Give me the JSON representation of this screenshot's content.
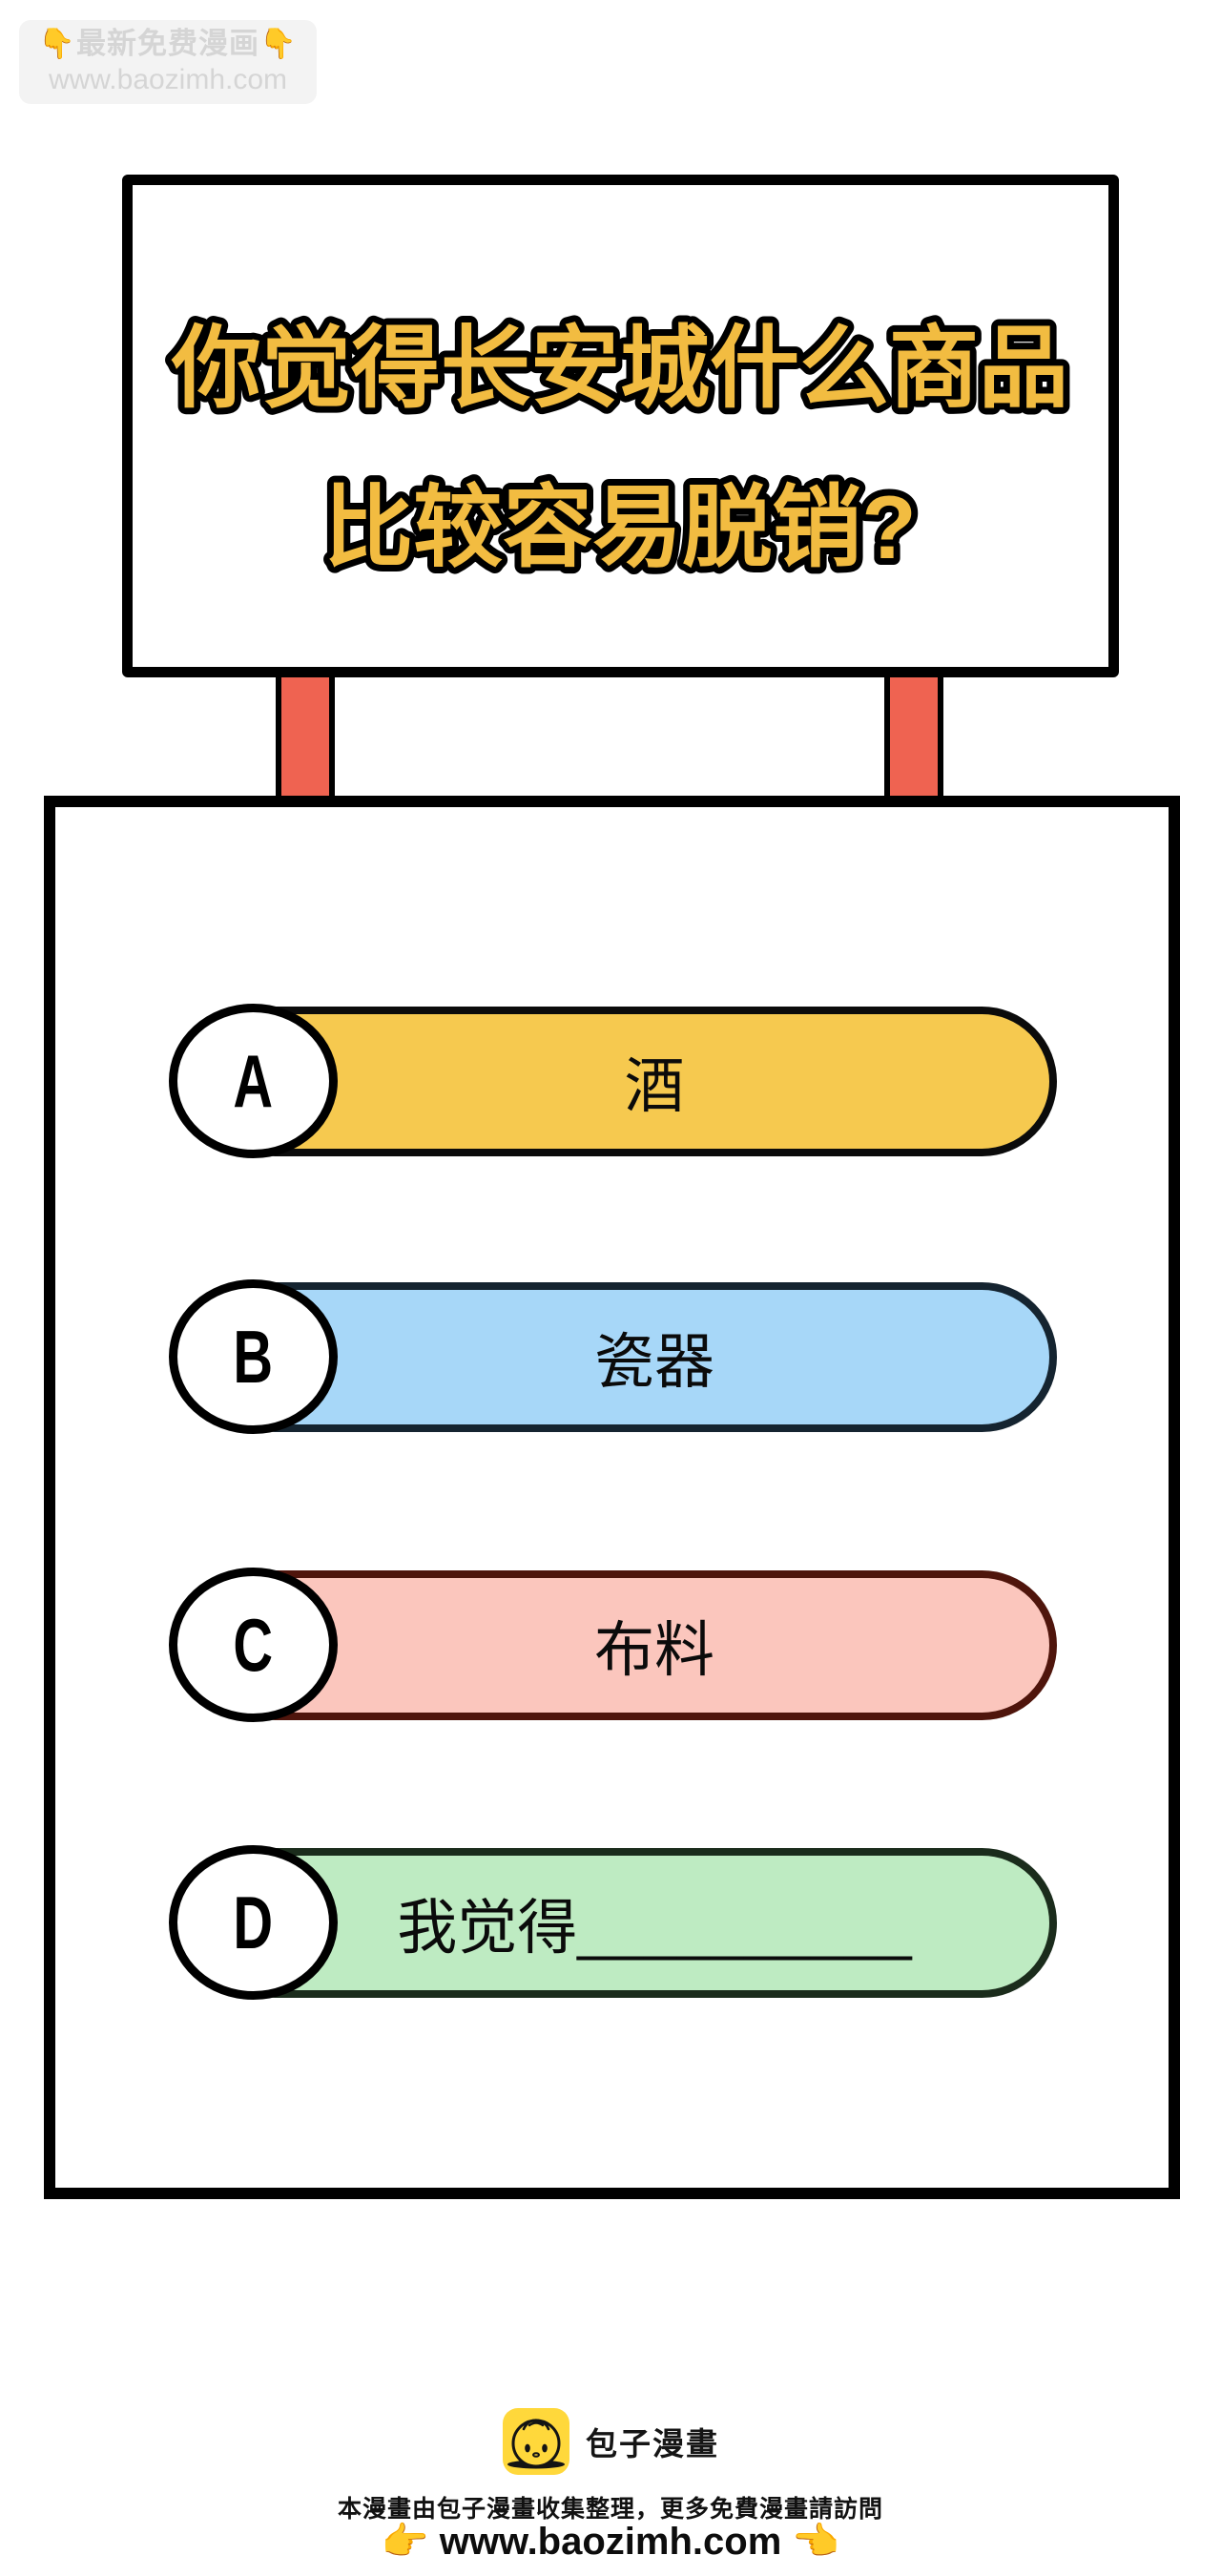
{
  "watermark": {
    "line1": "👇最新免费漫画👇",
    "line2": "www.baozimh.com",
    "text_color": "#d5d5d5",
    "bg_color": "#f3f3f3"
  },
  "sign": {
    "line1": "你觉得长安城什么商品",
    "line2": "比较容易脱销?",
    "text_color": "#f2bc41",
    "outline_color": "#000000",
    "post_color": "#ef6351"
  },
  "options": [
    {
      "letter": "A",
      "label": "酒",
      "fill": "#f6c94f",
      "border": "#0b0b0b"
    },
    {
      "letter": "B",
      "label": "瓷器",
      "fill": "#a7d7f8",
      "border": "#152430"
    },
    {
      "letter": "C",
      "label": "布料",
      "fill": "#fbc6bd",
      "border": "#4f150c"
    },
    {
      "letter": "D",
      "label": "我觉得__________",
      "fill": "#beebc2",
      "border": "#1b2c1c"
    }
  ],
  "footer": {
    "brand": "包子漫畫",
    "credit": "本漫畫由包子漫畫收集整理，更多免費漫畫請訪問",
    "site": "👉 www.baozimh.com 👈",
    "logo_color": "#ffd83b"
  }
}
